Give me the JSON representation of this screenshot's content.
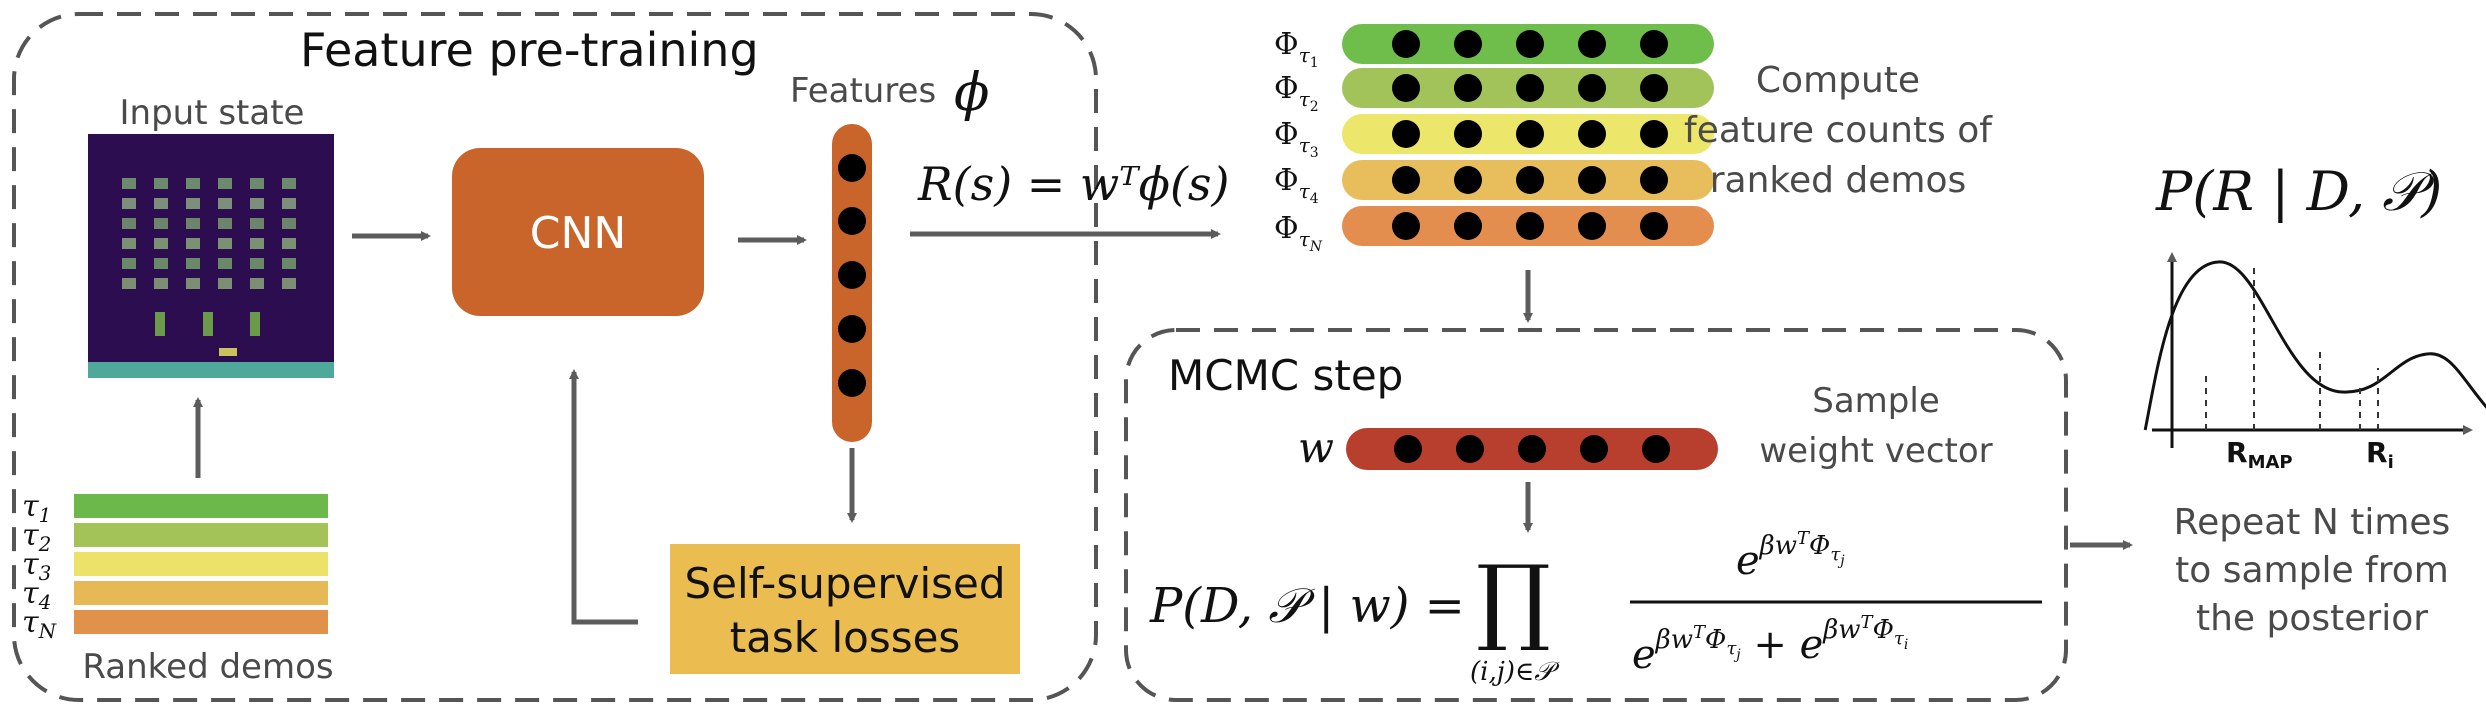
{
  "feature_pretraining": {
    "title": "Feature pre-training",
    "input_state_label": "Input state",
    "cnn_label": "CNN",
    "features_label": "Features",
    "features_symbol": "ϕ",
    "ssl_line1": "Self-supervised",
    "ssl_line2": "task losses",
    "ranked_demos_label": "Ranked demos",
    "demo_labels": [
      "τ1",
      "τ2",
      "τ3",
      "τ4",
      "τN"
    ],
    "demo_colors": [
      "#6db84a",
      "#a3c257",
      "#ece269",
      "#e6b956",
      "#e0924b"
    ]
  },
  "reward_equation": "R(s) = wᵀϕ(s)",
  "feature_counts": {
    "row_labels": [
      "Φτ1",
      "Φτ2",
      "Φτ3",
      "Φτ4",
      "ΦτN"
    ],
    "row_colors": [
      "#6fbd4b",
      "#a2c25a",
      "#ece66b",
      "#e8bd5b",
      "#e38e4e"
    ],
    "caption_line1": "Compute",
    "caption_line2": "feature counts of",
    "caption_line3": "ranked demos"
  },
  "mcmc": {
    "title": "MCMC step",
    "weight_symbol": "w",
    "weight_color": "#b83f2e",
    "sample_line1": "Sample",
    "sample_line2": "weight vector",
    "likelihood_lhs": "P(D, 𝒫 | w) =",
    "product_symbol": "∏",
    "product_subscript": "(i,j)∈𝒫",
    "numerator": "e^{βwᵀΦτj}",
    "denominator": "e^{βwᵀΦτj} + e^{βwᵀΦτi}"
  },
  "repeat": {
    "line1": "Repeat N times",
    "line2": "to sample from",
    "line3": "the posterior"
  },
  "posterior": {
    "title": "P(R | D, 𝒫)",
    "r_map_label": "R_MAP",
    "r_i_label": "R_i"
  },
  "colors": {
    "cnn_box": "#c9652b",
    "ssl_box": "#ebbd50",
    "feature_column": "#c9652b",
    "arrow": "#5c5c5c",
    "dashed_border": "#555555",
    "game_background": "#2c0d4f",
    "game_ground": "#4fa99a"
  }
}
